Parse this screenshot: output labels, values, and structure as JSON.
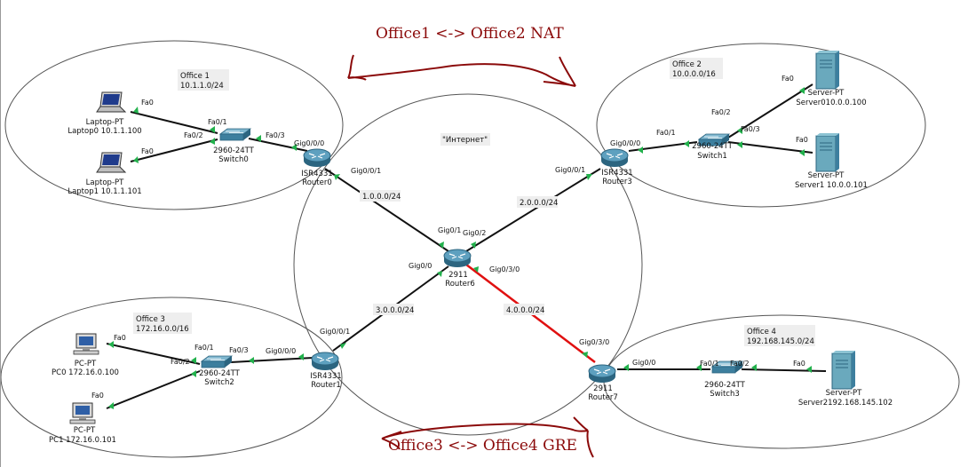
{
  "titles": {
    "top": "Office1 <-> Office2 NAT",
    "bottom": "Office3 <-> Office4 GRE"
  },
  "notes": {
    "office1": {
      "name": "Office 1",
      "net": "10.1.1.0/24"
    },
    "office2": {
      "name": "Office 2",
      "net": "10.0.0.0/16"
    },
    "office3": {
      "name": "Office 3",
      "net": "172.16.0.0/16"
    },
    "office4": {
      "name": "Office 4",
      "net": "192.168.145.0/24"
    },
    "internet": "\"Интернет\""
  },
  "devices": {
    "laptop0": {
      "type": "Laptop-PT",
      "name": "Laptop0 10.1.1.100"
    },
    "laptop1": {
      "type": "Laptop-PT",
      "name": "Laptop1 10.1.1.101"
    },
    "switch0": {
      "type": "2960-24TT",
      "name": "Switch0"
    },
    "router0": {
      "type": "ISR4331",
      "name": "Router0"
    },
    "router3": {
      "type": "ISR4331",
      "name": "Router3"
    },
    "switch1": {
      "type": "2960-24TT",
      "name": "Switch1"
    },
    "server0": {
      "type": "Server-PT",
      "name": "Server010.0.0.100"
    },
    "server1": {
      "type": "Server-PT",
      "name": "Server1 10.0.0.101"
    },
    "router6": {
      "type": "2911",
      "name": "Router6"
    },
    "pc0": {
      "type": "PC-PT",
      "name": "PC0 172.16.0.100"
    },
    "pc1": {
      "type": "PC-PT",
      "name": "PC1 172.16.0.101"
    },
    "switch2": {
      "type": "2960-24TT",
      "name": "Switch2"
    },
    "router1": {
      "type": "ISR4331",
      "name": "Router1"
    },
    "router7": {
      "type": "2911",
      "name": "Router7"
    },
    "switch3": {
      "type": "2960-24TT",
      "name": "Switch3"
    },
    "server2": {
      "type": "Server-PT",
      "name": "Server2192.168.145.102"
    }
  },
  "links": {
    "net1": "1.0.0.0/24",
    "net2": "2.0.0.0/24",
    "net3": "3.0.0.0/24",
    "net4": "4.0.0.0/24"
  },
  "ports": {
    "lap0_fa0": "Fa0",
    "lap1_fa0": "Fa0",
    "sw0_fa01": "Fa0/1",
    "sw0_fa02": "Fa0/2",
    "sw0_fa03": "Fa0/3",
    "r0_g000": "Gig0/0/0",
    "r0_g001": "Gig0/0/1",
    "r3_g000": "Gig0/0/0",
    "r3_g001": "Gig0/0/1",
    "sw1_fa01": "Fa0/1",
    "sw1_fa02": "Fa0/2",
    "sw1_fa03": "Fa0/3",
    "srv0_fa0": "Fa0",
    "srv1_fa0": "Fa0",
    "r6_g01": "Gig0/1",
    "r6_g02": "Gig0/2",
    "r6_g00": "Gig0/0",
    "r6_g030": "Gig0/3/0",
    "pc0_fa0": "Fa0",
    "pc1_fa0": "Fa0",
    "sw2_fa01": "Fa0/1",
    "sw2_fa02": "Fa0/2",
    "sw2_fa03": "Fa0/3",
    "r1_g000": "Gig0/0/0",
    "r1_g001": "Gig0/0/1",
    "r7_g030": "Gig0/3/0",
    "r7_g00": "Gig0/0",
    "sw3_fa01": "Fa0/1",
    "sw3_fa02": "Fa0/2",
    "srv2_fa0": "Fa0"
  },
  "colors": {
    "title": "#8b0a0a",
    "port": "#22b14c",
    "gre_link": "#e01010",
    "router": "#3d7f9e",
    "server": "#5f9eb0"
  }
}
